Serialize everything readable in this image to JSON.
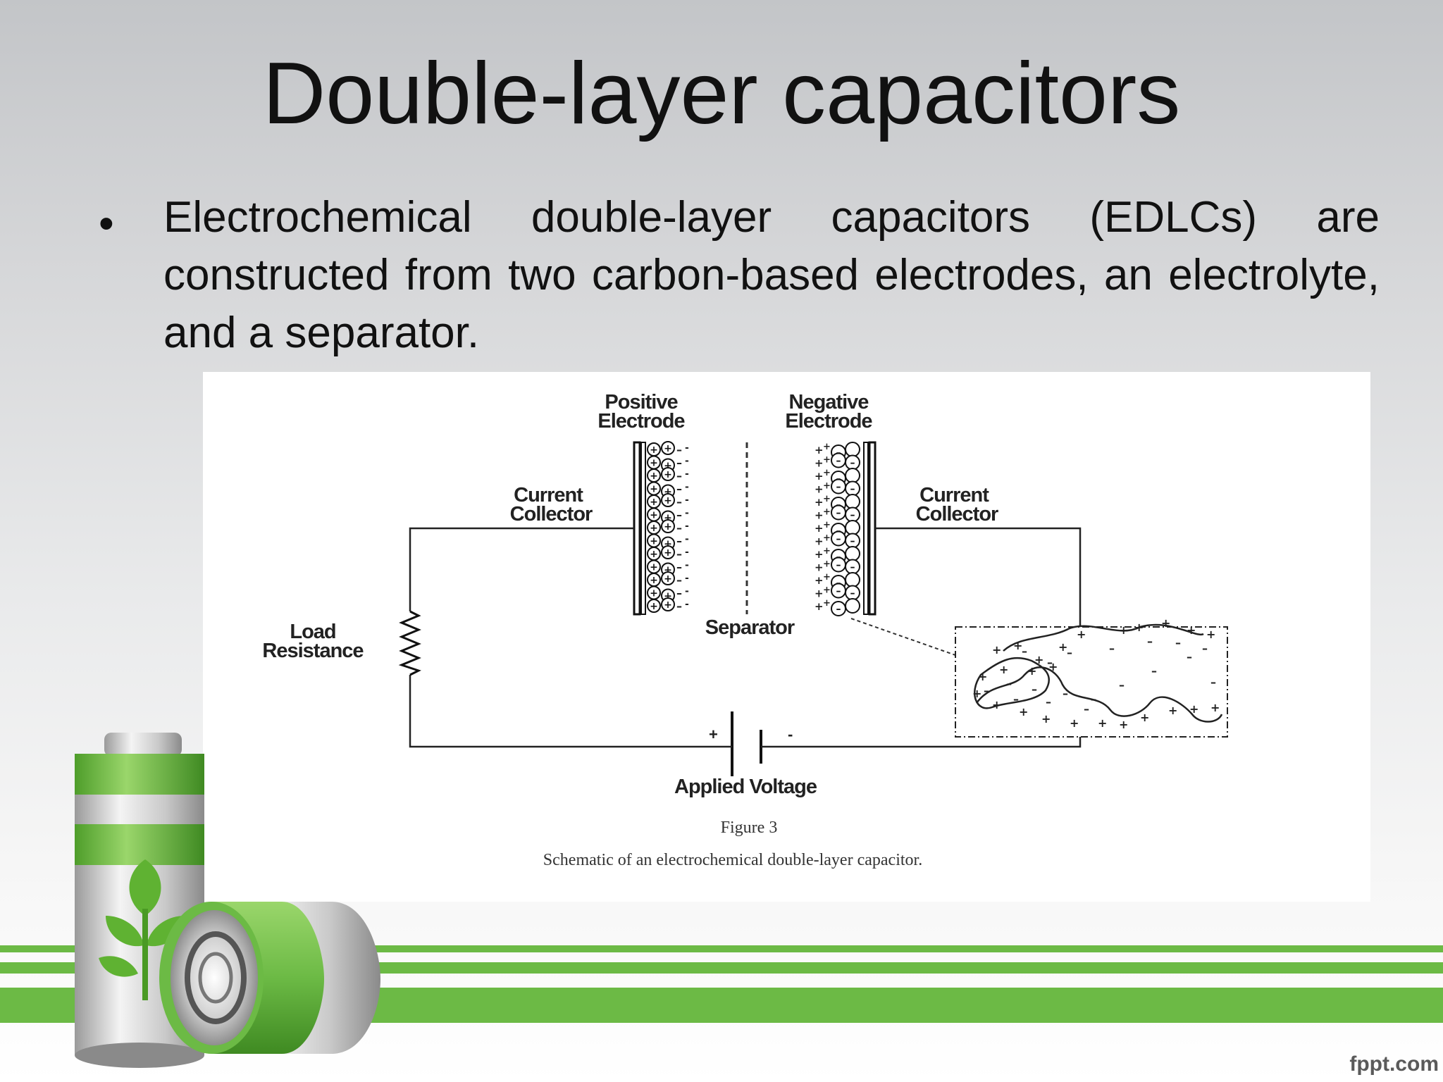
{
  "slide": {
    "title": "Double-layer capacitors",
    "bullet": "Electrochemical double-layer capacitors (EDLCs) are constructed from two carbon-based electrodes, an electrolyte, and a separator."
  },
  "figure": {
    "positive_electrode": [
      "Positive",
      "Electrode"
    ],
    "negative_electrode": [
      "Negative",
      "Electrode"
    ],
    "current_collector_left": [
      "Current",
      "Collector"
    ],
    "current_collector_right": [
      "Current",
      "Collector"
    ],
    "separator": "Separator",
    "load_resistance": [
      "Load",
      "Resistance"
    ],
    "applied_voltage": "Applied Voltage",
    "plus_sign": "+",
    "minus_sign": "-",
    "figure_number": "Figure 3",
    "caption": "Schematic of an electrochemical double-layer capacitor."
  },
  "footer": {
    "watermark": "fppt.com"
  },
  "colors": {
    "accent_green": "#6cba45",
    "text": "#111111"
  },
  "icons": [
    "battery-icon",
    "leaf-icon"
  ]
}
